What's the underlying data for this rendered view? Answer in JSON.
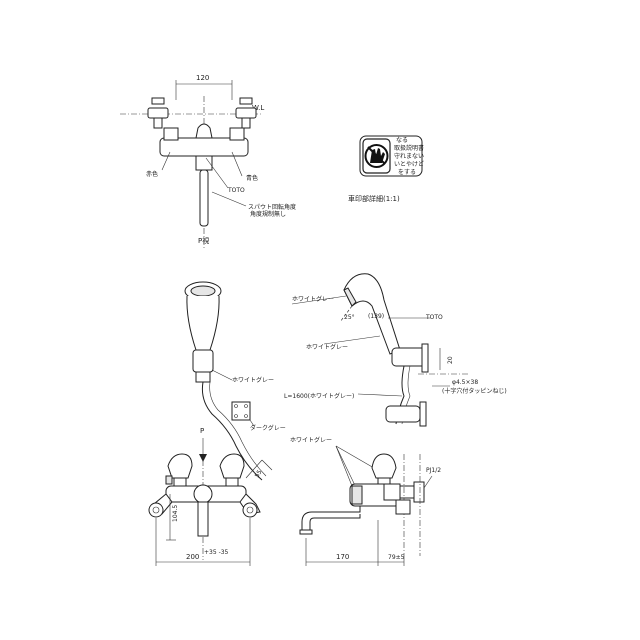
{
  "top_view": {
    "dim_width": "120",
    "wl_label": "W.L",
    "red_label": "赤色",
    "blue_label": "青色",
    "toto_label": "TOTO",
    "spout_note_1": "スパウト回転角度",
    "spout_note_2": "角度規制無し",
    "view_label": "P視"
  },
  "stamp_detail": {
    "stamp_text_1": "なる",
    "stamp_text_2": "取扱説明書",
    "stamp_text_3": "守れまない",
    "stamp_text_4": "いとやけど",
    "stamp_text_5": "をする",
    "caption": "車印部詳細(1:1)"
  },
  "shower_side": {
    "label_white_grey_head": "ホワイトグレー",
    "angle_label": "25°",
    "dim_139": "(139)",
    "toto_label": "TOTO",
    "label_white_grey_body": "ホワイトグレー",
    "dim_20": "20",
    "hose_label": "L=1600(ホワイトグレー)",
    "screw_label_1": "φ4.5×38",
    "screw_label_2": "(十字穴付タッピンねじ)"
  },
  "shower_front": {
    "label_white_grey": "ホワイトグレー",
    "label_dark_grey": "ダークグレー"
  },
  "faucet_front": {
    "p_label": "P",
    "dim_55": "55",
    "dim_104": "104.5",
    "dim_200": "200",
    "dim_200_tol": "+35 -35"
  },
  "faucet_side": {
    "label_white_grey": "ホワイトグレー",
    "pipe_label": "PJ1/2",
    "dim_170": "170",
    "dim_79": "79±5"
  }
}
